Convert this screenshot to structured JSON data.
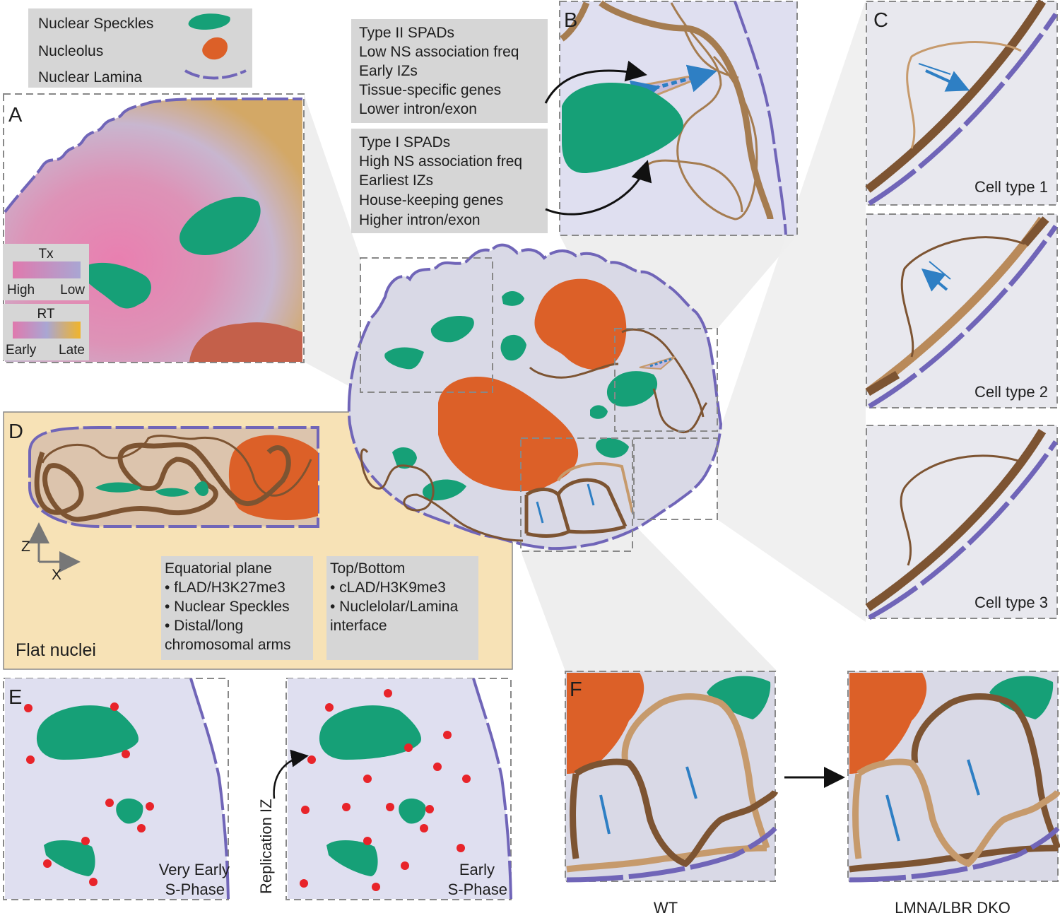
{
  "legend": {
    "speckles": "Nuclear Speckles",
    "nucleolus": "Nucleolus",
    "lamina": "Nuclear Lamina"
  },
  "colors": {
    "speckle": "#16a077",
    "nucleolus": "#dc6028",
    "lamina": "#7065b8",
    "chromatin_dark": "#7d5432",
    "chromatin_light": "#c69a6c",
    "nucleoplasm": "#dfdff0",
    "flat_panel_bg": "#f7e2b6",
    "box_gray": "#d6d6d6",
    "iz_dot": "#e8242a",
    "arrow_blue": "#2e7fc4"
  },
  "panels": {
    "A": {
      "letter": "A",
      "tx": {
        "title": "Tx",
        "left": "High",
        "right": "Low"
      },
      "rt": {
        "title": "RT",
        "left": "Early",
        "right": "Late"
      }
    },
    "B": {
      "letter": "B",
      "type2": [
        "Type II SPADs",
        "Low NS association freq",
        "Early IZs",
        "Tissue-specific genes",
        "Lower intron/exon"
      ],
      "type1": [
        "Type I SPADs",
        "High NS association freq",
        "Earliest IZs",
        "House-keeping genes",
        "Higher intron/exon"
      ]
    },
    "C": {
      "letter": "C",
      "cells": [
        "Cell type 1",
        "Cell type 2",
        "Cell type 3"
      ]
    },
    "D": {
      "letter": "D",
      "title": "Flat nuclei",
      "axis_z": "Z",
      "axis_x": "X",
      "box1": [
        "Equatorial plane",
        "• fLAD/H3K27me3",
        "• Nuclear Speckles",
        "• Distal/long",
        "chromosomal arms"
      ],
      "box2": [
        "Top/Bottom",
        "• cLAD/H3K9me3",
        "• Nuclelolar/Lamina",
        "interface"
      ]
    },
    "E": {
      "letter": "E",
      "left_caption": [
        "Very Early",
        "S-Phase"
      ],
      "right_caption": [
        "Early",
        "S-Phase"
      ],
      "iz_label": "Replication IZ"
    },
    "F": {
      "letter": "F",
      "wt": "WT",
      "dko": "LMNA/LBR DKO"
    }
  }
}
